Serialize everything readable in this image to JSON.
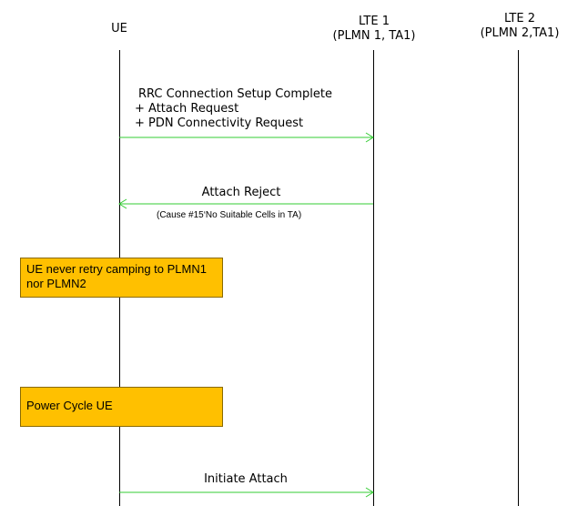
{
  "nodes": {
    "ue": {
      "name": "UE"
    },
    "lte1": {
      "name": "LTE 1",
      "detail": "(PLMN 1, TA1)"
    },
    "lte2": {
      "name": "LTE 2",
      "detail": "(PLMN 2,TA1)"
    }
  },
  "messages": [
    {
      "lines": [
        "RRC Connection Setup Complete",
        "+ Attach Request",
        "+ PDN Connectivity Request"
      ],
      "from": "UE",
      "to": "LTE 1"
    },
    {
      "lines": [
        "Attach Reject"
      ],
      "sub": "(Cause #15‘No Suitable Cells in TA)",
      "from": "LTE 1",
      "to": "UE"
    },
    {
      "lines": [
        "Initiate Attach"
      ],
      "from": "UE",
      "to": "LTE 1"
    }
  ],
  "notes": [
    {
      "text_line1": "UE never  retry camping to PLMN1",
      "text_line2": "nor PLMN2"
    },
    {
      "text": "Power Cycle UE"
    }
  ],
  "colors": {
    "arrow": "#33cc33",
    "note_fill": "#ffc000",
    "lifeline": "#000000"
  }
}
